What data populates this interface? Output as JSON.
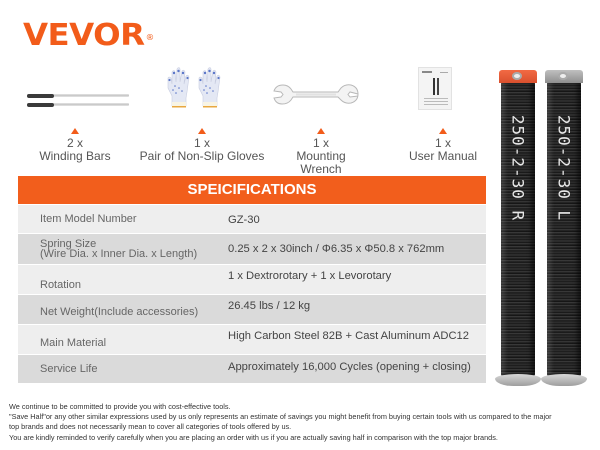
{
  "brand": {
    "logo_text": "VEVOR",
    "registered_mark": "®",
    "color": "#f25c1a"
  },
  "accessories": [
    {
      "icon": "winding-bars-icon",
      "qty": "2 x",
      "label": "Winding Bars"
    },
    {
      "icon": "gloves-icon",
      "qty": "1 x",
      "label": "Pair of Non-Slip Gloves"
    },
    {
      "icon": "wrench-icon",
      "qty": "1 x",
      "label": "Mounting Wrench"
    },
    {
      "icon": "manual-icon",
      "qty": "1 x",
      "label": "User Manual"
    }
  ],
  "specifications": {
    "title": "SPEICIFICATIONS",
    "header_color": "#f25e1c",
    "rows": [
      {
        "key": "Item Model Number",
        "value": "GZ-30"
      },
      {
        "key": "Spring Size",
        "key_sub": "(Wire Dia. x Inner Dia. x Length)",
        "value": "0.25 x 2 x 30inch / Φ6.35 x Φ50.8 x 762mm"
      },
      {
        "key": "Rotation",
        "value": "1 x Dextrorotary + 1 x Levorotary"
      },
      {
        "key": "Net Weight(Include accessories)",
        "value": "26.45 lbs / 12 kg"
      },
      {
        "key": "Main Material",
        "value": "High Carbon Steel 82B + Cast Aluminum ADC12"
      },
      {
        "key": "Service Life",
        "value": "Approximately 16,000 Cycles (opening + closing)"
      }
    ]
  },
  "springs": [
    {
      "label": "250-2-30 R",
      "cap_color": "#f0603a"
    },
    {
      "label": "250-2-30 L",
      "cap_color": "#a8a8a8"
    }
  ],
  "disclaimer": [
    "We continue to be committed to provide you with cost-effective tools.",
    "\"Save Half\"or any other similar expressions used by us only represents an estimate of savings you might benefit from buying certain tools with us compared to the major",
    "top brands and does not necessarily mean to cover all categories of tools offered by us.",
    "You are kindly reminded to verify carefully when you are placing an order with us if you are actually saving half in comparison with the top major brands."
  ]
}
